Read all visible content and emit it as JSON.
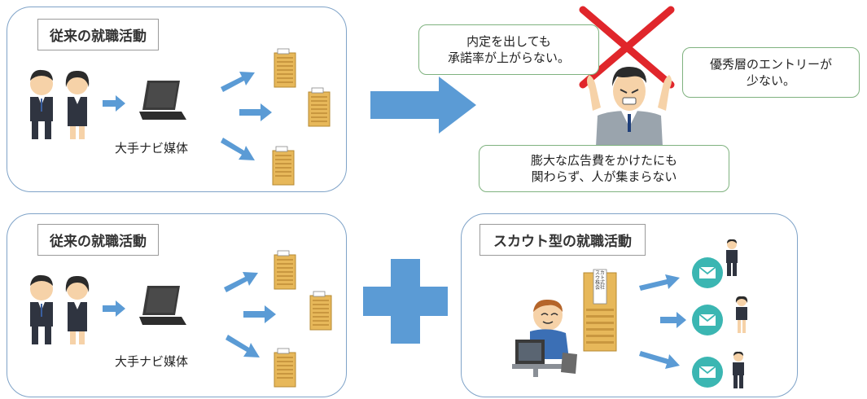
{
  "panel_traditional_top": {
    "title": "従来の就職活動",
    "media_label": "大手ナビ媒体"
  },
  "panel_traditional_bottom": {
    "title": "従来の就職活動",
    "media_label": "大手ナビ媒体"
  },
  "panel_scout": {
    "title": "スカウト型の就職活動",
    "building_sign": "スカウト株式会社"
  },
  "bubbles": {
    "offer_acceptance": [
      "内定を出しても",
      "承諾率が上がらない。"
    ],
    "top_talent": [
      "優秀層のエントリーが",
      "少ない。"
    ],
    "ad_cost": [
      "膨大な広告費をかけたにも",
      "関わらず、人が集まらない"
    ]
  },
  "colors": {
    "arrow_blue": "#5b9bd5",
    "panel_border": "#7fa3c8",
    "bubble_border": "#7fb27f",
    "cross_red": "#e0262b",
    "building_gold": "#e7b85a",
    "mail_teal": "#3bb6b2"
  }
}
